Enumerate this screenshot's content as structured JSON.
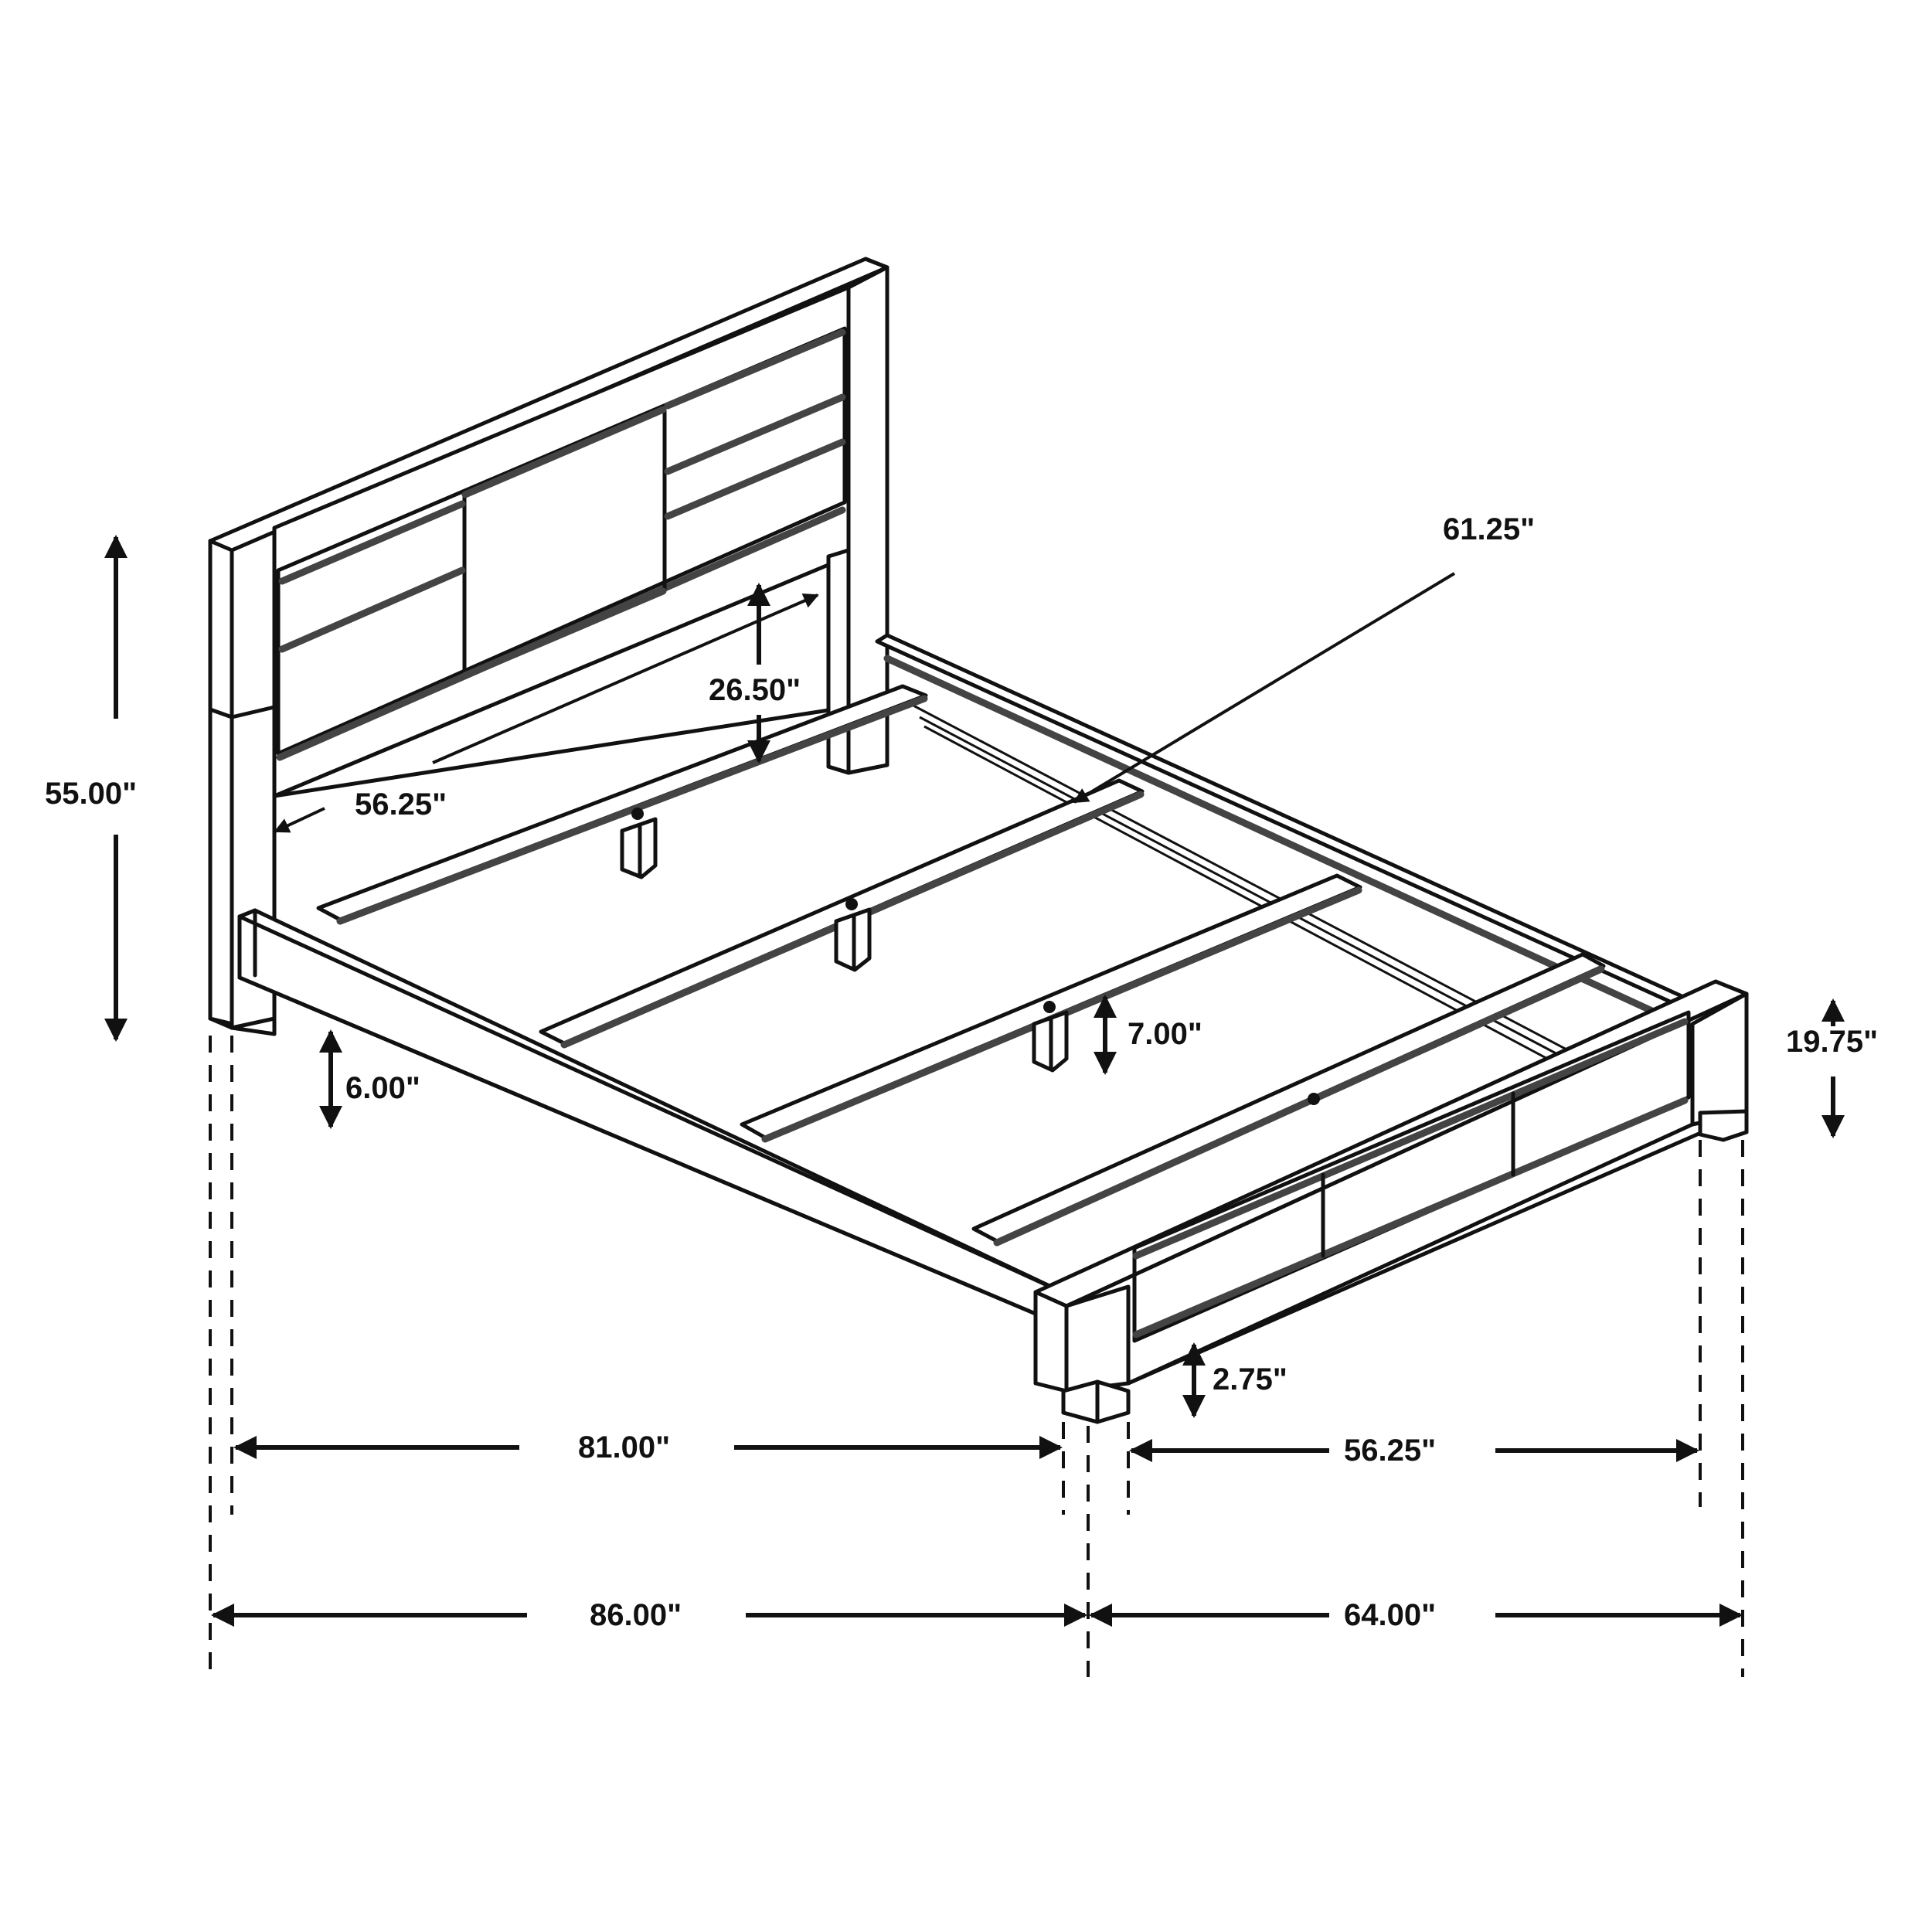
{
  "diagram": {
    "subject": "Bed frame dimension line drawing",
    "colors": {
      "line": "#111111",
      "background": "#ffffff"
    },
    "dimensions": {
      "headboard_height": "55.00\"",
      "headboard_panel_width": "56.25\"",
      "headboard_panel_height": "26.50\"",
      "diagonal_interior": "61.25\"",
      "side_rail_clearance": "6.00\"",
      "slat_support_drop": "7.00\"",
      "footboard_height": "19.75\"",
      "footboard_clearance": "2.75\"",
      "interior_length": "81.00\"",
      "interior_width": "56.25\"",
      "overall_length": "86.00\"",
      "overall_width": "64.00\""
    }
  }
}
